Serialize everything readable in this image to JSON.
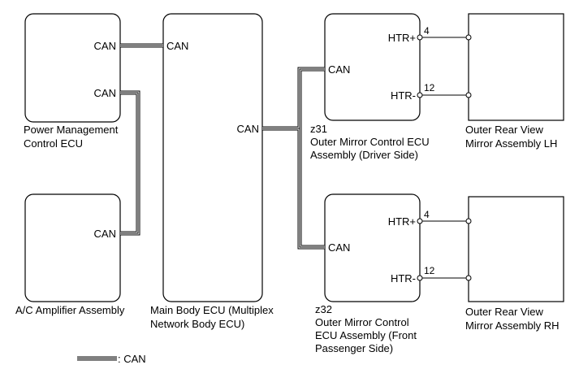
{
  "components": {
    "pmc": {
      "port": "CAN",
      "name_lines": [
        "Power Management",
        "Control ECU"
      ]
    },
    "ac": {
      "port": "CAN",
      "name_lines": [
        "A/C Amplifier Assembly"
      ]
    },
    "main": {
      "port_left": "CAN",
      "port_right": "CAN",
      "name_lines": [
        "Main Body ECU (Multiplex",
        "Network Body ECU)"
      ]
    },
    "omc_driver": {
      "code": "z31",
      "name_lines": [
        "Outer Mirror Control ECU",
        "Assembly (Driver Side)"
      ],
      "ports": {
        "plus": "HTR+",
        "minus": "HTR-",
        "can": "CAN"
      },
      "pins": {
        "plus": "4",
        "minus": "12"
      }
    },
    "omc_passenger": {
      "code": "z32",
      "name_lines": [
        "Outer Mirror Control",
        "ECU Assembly (Front",
        "Passenger Side)"
      ],
      "ports": {
        "plus": "HTR+",
        "minus": "HTR-",
        "can": "CAN"
      },
      "pins": {
        "plus": "4",
        "minus": "12"
      }
    },
    "mirror_lh": {
      "name_lines": [
        "Outer Rear View",
        "Mirror Assembly LH"
      ]
    },
    "mirror_rh": {
      "name_lines": [
        "Outer Rear View",
        "Mirror Assembly RH"
      ]
    }
  },
  "legend": {
    "label": ": CAN"
  }
}
